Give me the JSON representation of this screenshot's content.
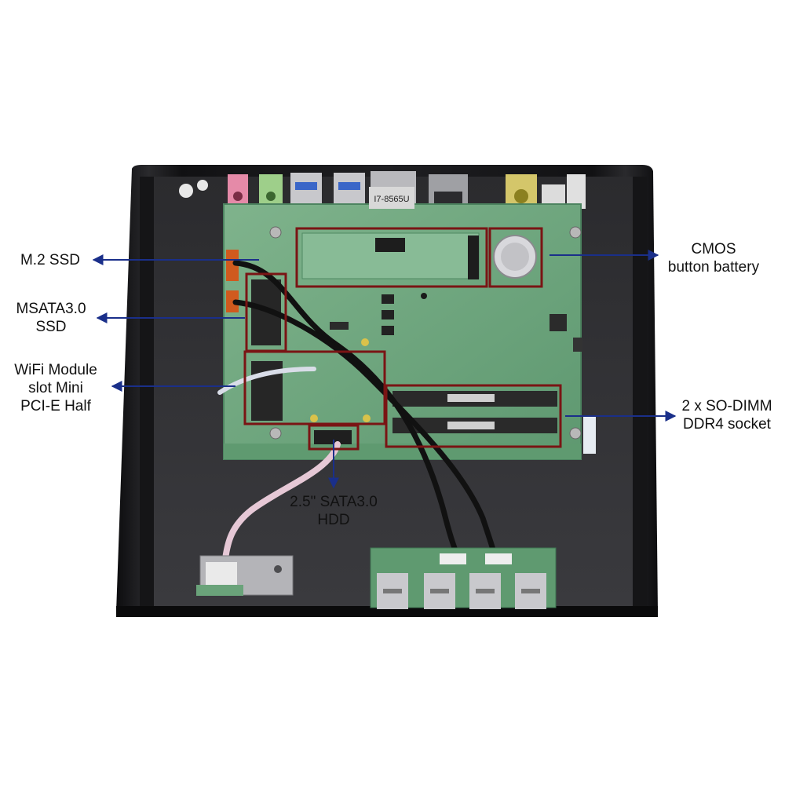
{
  "image": {
    "chip_marking": "I7-8565U",
    "colors": {
      "background": "#ffffff",
      "case": "#1c1c1e",
      "board": "#6aa37a",
      "highlight": "#7a1414",
      "arrow": "#1a2f8a"
    }
  },
  "callouts": {
    "m2": {
      "line1": "M.2 SSD"
    },
    "msata": {
      "line1": "MSATA3.0",
      "line2": "SSD"
    },
    "wifi": {
      "line1": "WiFi Module",
      "line2": "slot Mini",
      "line3": "PCI-E Half"
    },
    "sata": {
      "line1": "2.5\" SATA3.0",
      "line2": "HDD"
    },
    "cmos": {
      "line1": "CMOS",
      "line2": "button battery"
    },
    "sodimm": {
      "line1": "2 x SO-DIMM",
      "line2": "DDR4 socket"
    }
  }
}
